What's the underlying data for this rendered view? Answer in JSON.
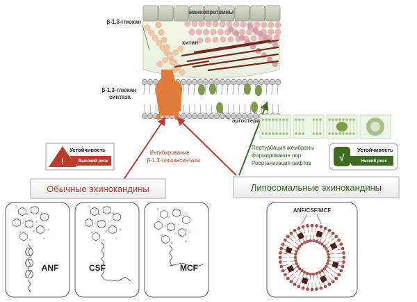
{
  "labels": {
    "mannoproteins": "маннопротеины",
    "glucan_top": "β-1,3-глюкан",
    "chitin": "хитин",
    "synthase_line1": "β-1,3-глюкан",
    "synthase_line2": "синтаза",
    "ergosterol": "эргостерин"
  },
  "inhibition": {
    "line1": "Ингибирование",
    "line2": "β-1,3-глюкансинтазы"
  },
  "liposomal_effects": [
    "Пертурбация мембраны",
    "Формирование пор",
    "Реорганизация рафтов"
  ],
  "stability_left": {
    "title": "Устойчивость",
    "risk": "Высокий риск",
    "symbol": "!"
  },
  "stability_right": {
    "title": "Устойчивость",
    "risk": "Низкий риск",
    "symbol": "√"
  },
  "headings": {
    "conventional": "Обычные эхинокандины",
    "liposomal": "Липосомальные эхинокандины"
  },
  "drugs": [
    "ANF",
    "CSF",
    "MCF"
  ],
  "liposome_label": "ANF/CSF/MCF",
  "colors": {
    "red": "#c0392b",
    "green": "#3d6b22",
    "orange": "#e07b39",
    "chitin": "#6e2a1e",
    "ergosterol": "#7f9a45",
    "liposome": "#a6544a"
  }
}
